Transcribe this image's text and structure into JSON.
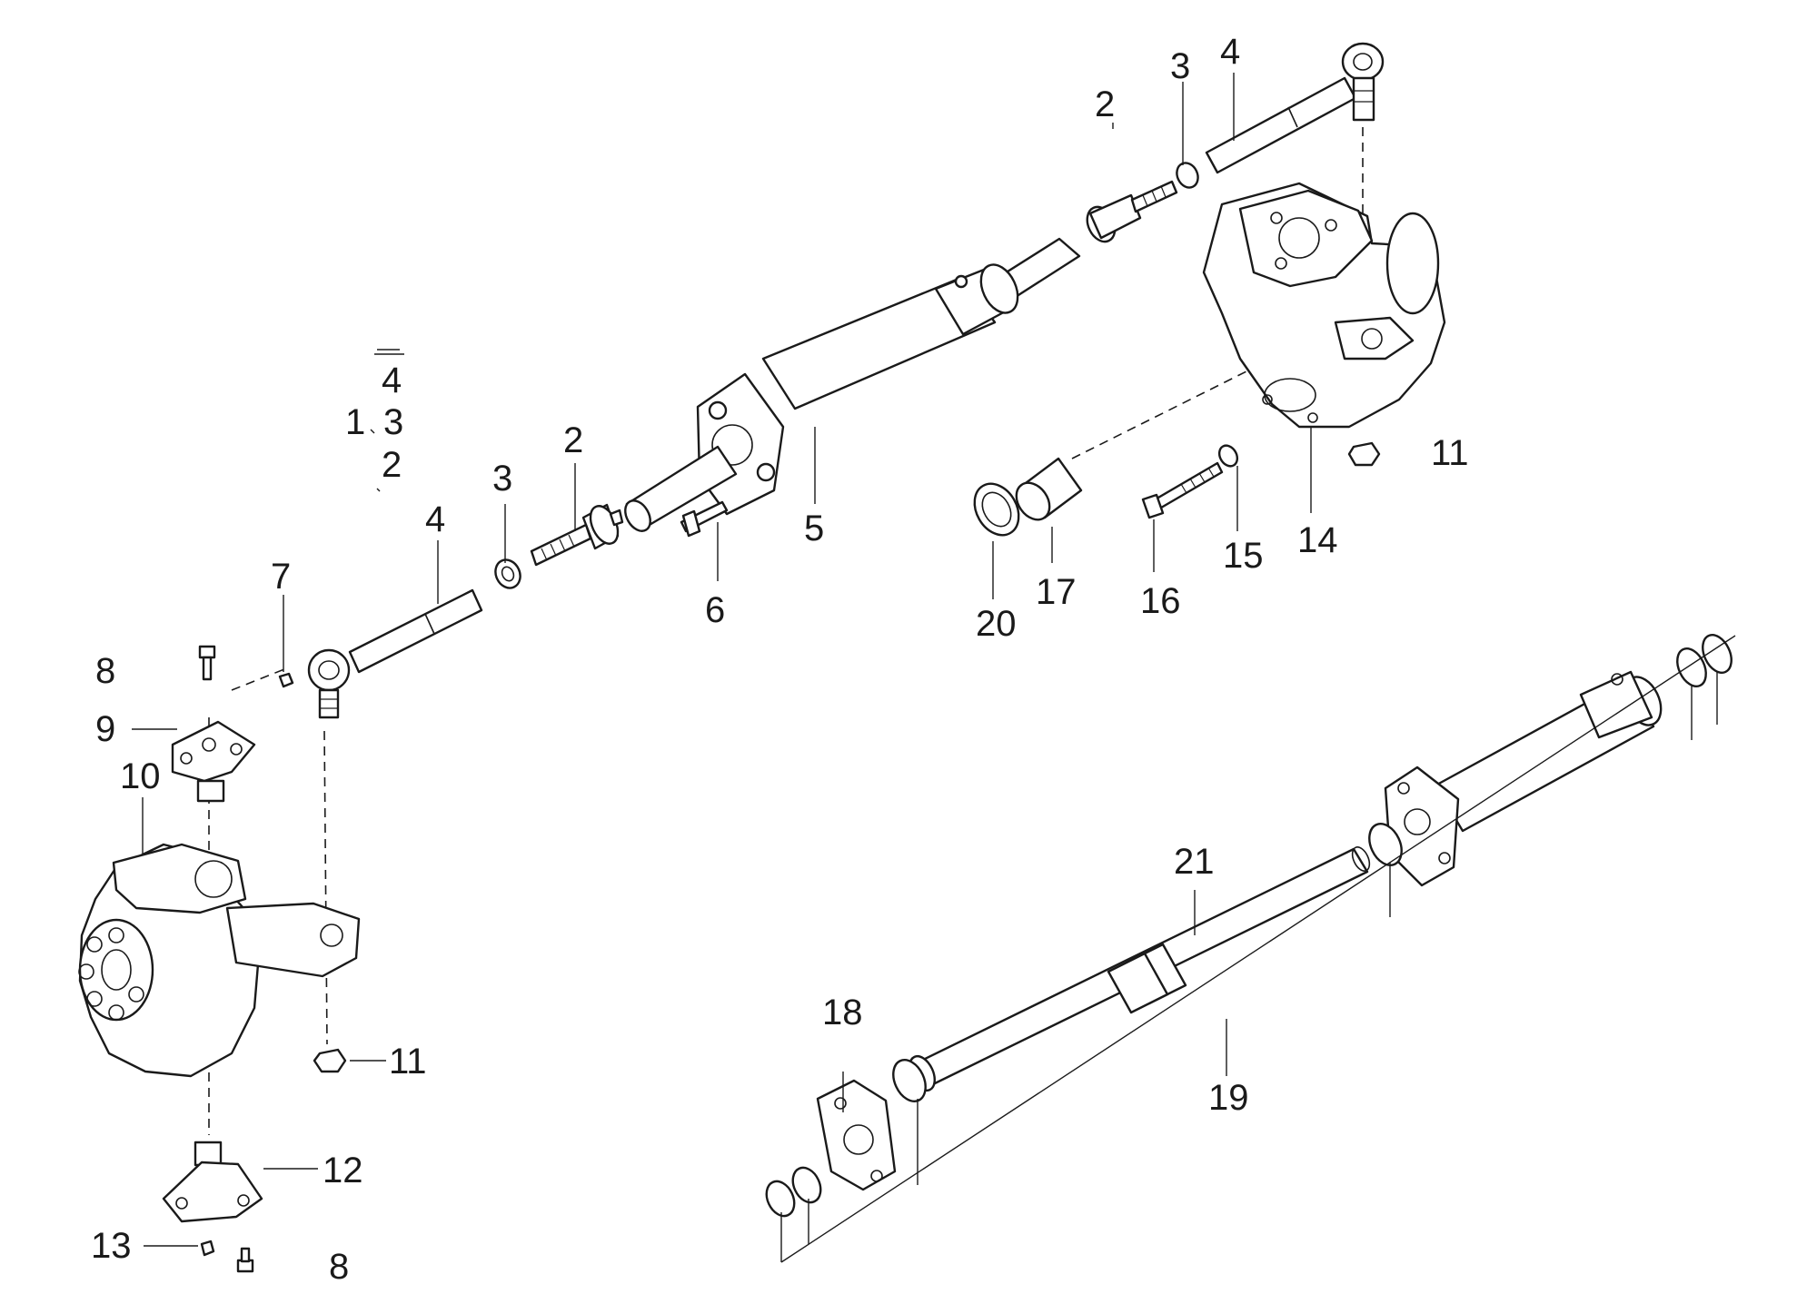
{
  "callouts": {
    "c1": "1",
    "c2a": "2",
    "c2b": "2",
    "c2c": "2",
    "c3a": "3",
    "c3b": "3",
    "c3c": "3",
    "c4a": "4",
    "c4b": "4",
    "c4c": "4",
    "c5": "5",
    "c6": "6",
    "c7": "7",
    "c8a": "8",
    "c8b": "8",
    "c9": "9",
    "c10": "10",
    "c11a": "11",
    "c11b": "11",
    "c12": "12",
    "c13": "13",
    "c14": "14",
    "c15": "15",
    "c16": "16",
    "c17": "17",
    "c18": "18",
    "c19": "19",
    "c20": "20",
    "c21": "21"
  }
}
